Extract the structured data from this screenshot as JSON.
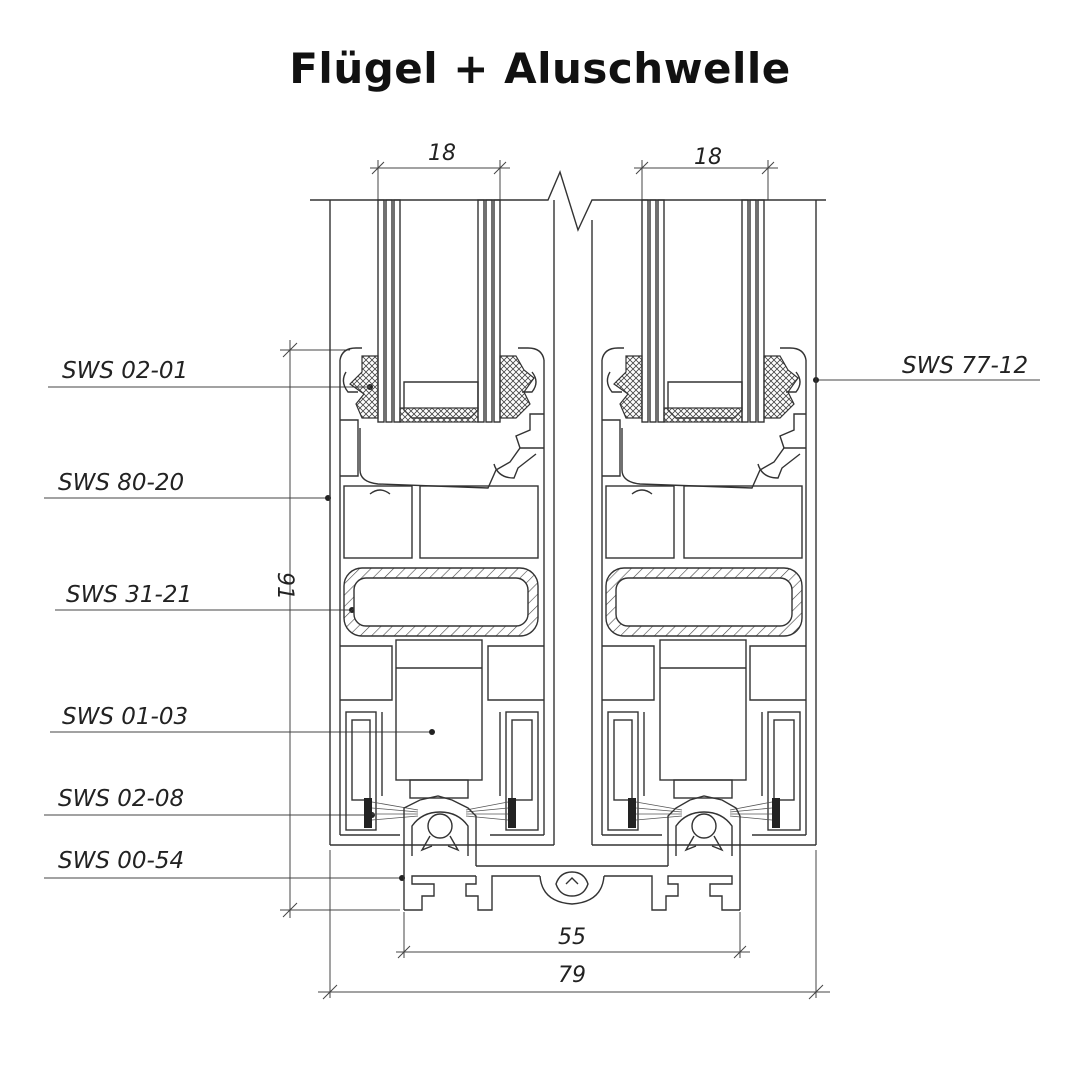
{
  "title": "Flügel + Aluschwelle",
  "labels_left": [
    "SWS 02-01",
    "SWS 80-20",
    "SWS 31-21",
    "SWS 01-03",
    "SWS 02-08",
    "SWS 00-54"
  ],
  "labels_right": [
    "SWS 77-12"
  ],
  "dimensions": {
    "glass_left": "18",
    "glass_right": "18",
    "height": "91",
    "inner_width": "55",
    "total_width": "79"
  }
}
